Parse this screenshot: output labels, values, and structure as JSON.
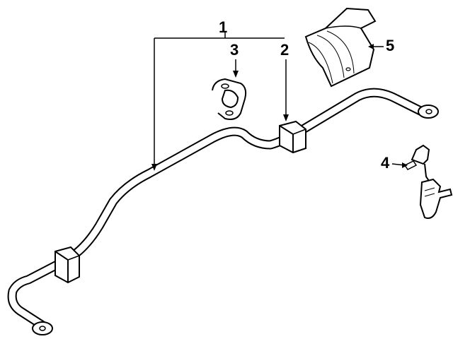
{
  "diagram": {
    "callouts": {
      "part1": "1",
      "part2": "2",
      "part3": "3",
      "part4": "4",
      "part5": "5"
    },
    "colors": {
      "line": "#000000",
      "fill": "#ffffff",
      "shade": "#d9d9d9"
    }
  }
}
